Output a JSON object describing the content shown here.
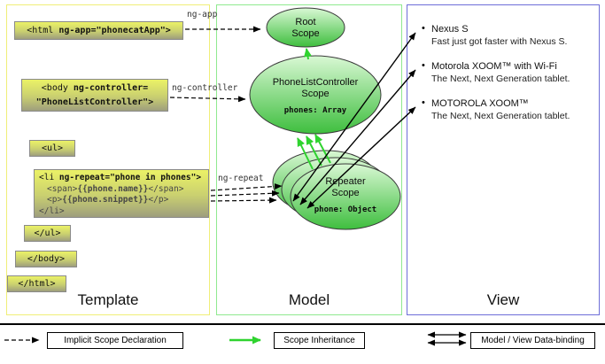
{
  "panels": {
    "template": "Template",
    "model": "Model",
    "view": "View"
  },
  "template_code": {
    "html_open": {
      "plain": "<html ",
      "bold": "ng-app=\"phonecatApp\">"
    },
    "body_open": {
      "plain": "<body ",
      "bold1": "ng-controller=",
      "bold2": "\"PhoneListController\">"
    },
    "ul_open": "<ul>",
    "li_block": {
      "li_plain": "<li ",
      "li_bold": "ng-repeat=\"phone in phones\">",
      "span_open": "<span>",
      "span_expr": "{{phone.name}}",
      "span_close": "</span>",
      "p_open": "<p>",
      "p_expr": "{{phone.snippet}}",
      "p_close": "</p>",
      "li_close": "</li>"
    },
    "ul_close": "</ul>",
    "body_close": "</body>",
    "html_close": "</html>"
  },
  "directives": {
    "ng_app": "ng-app",
    "ng_controller": "ng-controller",
    "ng_repeat": "ng-repeat"
  },
  "scopes": {
    "root": {
      "line1": "Root",
      "line2": "Scope"
    },
    "controller": {
      "line1": "PhoneListController",
      "line2": "Scope",
      "detail": "phones: Array"
    },
    "repeater": {
      "line1": "Repeater",
      "line2": "Scope",
      "detail": "phone: Object"
    }
  },
  "view_items": {
    "bullet": "•",
    "items": [
      {
        "title": "Nexus S",
        "subtitle": "Fast just got faster with Nexus S."
      },
      {
        "title": "Motorola XOOM™ with Wi-Fi",
        "subtitle": "The Next, Next Generation tablet."
      },
      {
        "title": "MOTOROLA XOOM™",
        "subtitle": "The Next, Next Generation tablet."
      }
    ]
  },
  "legend": {
    "implicit": "Implicit Scope Declaration",
    "inheritance": "Scope Inheritance",
    "binding": "Model / View Data-binding"
  },
  "colors": {
    "template_border": "#f0ee78",
    "model_border": "#8fe98f",
    "view_border": "#6e6ed8",
    "scope_fill_top": "#d9f8d4",
    "scope_fill_bottom": "#3ebe3e",
    "inheritance_arrow": "#2fd32f",
    "code_box_top": "#ebf266",
    "code_box_bottom": "#9e9e7d"
  }
}
